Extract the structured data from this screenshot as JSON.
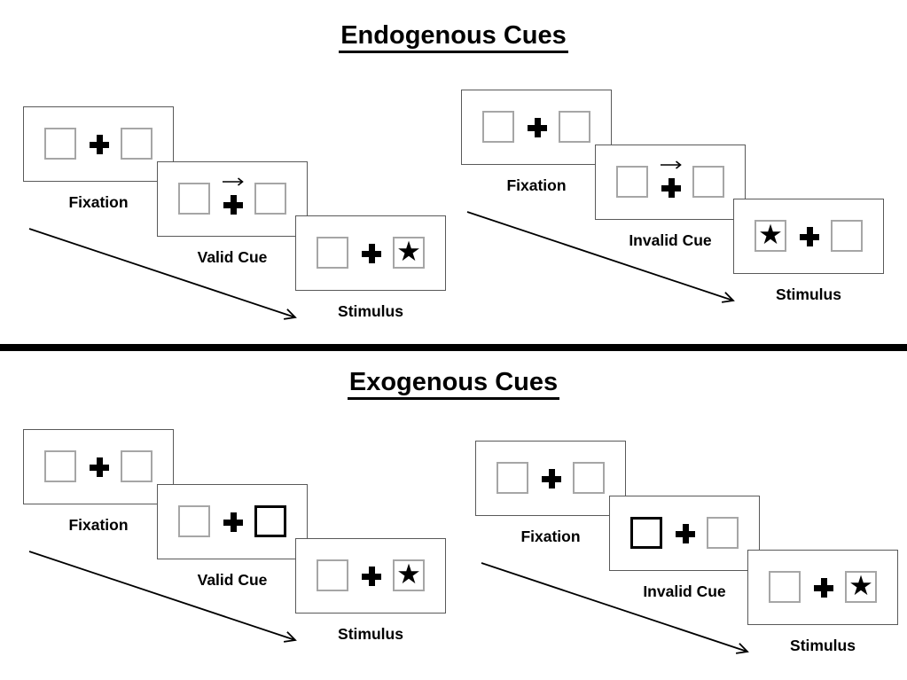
{
  "diagram": "posner-cueing-task",
  "glyphs": {
    "star": "★",
    "fixation_cross": "plus-cross",
    "cue_arrow": "right-arrow"
  },
  "colors": {
    "background": "#ffffff",
    "ink": "#000000",
    "panel_border": "#595959",
    "placeholder_box_border": "#a6a6a6",
    "cued_box_border": "#000000",
    "divider": "#000000"
  },
  "sections": [
    {
      "id": "endogenous",
      "title": "Endogenous Cues",
      "sequences": [
        {
          "id": "endogenous-valid",
          "panels": [
            {
              "label": "Fixation",
              "cue_arrow": false,
              "left_box": {
                "style": "plain",
                "content": "empty"
              },
              "right_box": {
                "style": "plain",
                "content": "empty"
              }
            },
            {
              "label": "Valid Cue",
              "cue_arrow": true,
              "left_box": {
                "style": "plain",
                "content": "empty"
              },
              "right_box": {
                "style": "plain",
                "content": "empty"
              }
            },
            {
              "label": "Stimulus",
              "cue_arrow": false,
              "left_box": {
                "style": "plain",
                "content": "empty"
              },
              "right_box": {
                "style": "plain",
                "content": "star"
              }
            }
          ]
        },
        {
          "id": "endogenous-invalid",
          "panels": [
            {
              "label": "Fixation",
              "cue_arrow": false,
              "left_box": {
                "style": "plain",
                "content": "empty"
              },
              "right_box": {
                "style": "plain",
                "content": "empty"
              }
            },
            {
              "label": "Invalid Cue",
              "cue_arrow": true,
              "left_box": {
                "style": "plain",
                "content": "empty"
              },
              "right_box": {
                "style": "plain",
                "content": "empty"
              }
            },
            {
              "label": "Stimulus",
              "cue_arrow": false,
              "left_box": {
                "style": "plain",
                "content": "star"
              },
              "right_box": {
                "style": "plain",
                "content": "empty"
              }
            }
          ]
        }
      ]
    },
    {
      "id": "exogenous",
      "title": "Exogenous Cues",
      "sequences": [
        {
          "id": "exogenous-valid",
          "panels": [
            {
              "label": "Fixation",
              "cue_arrow": false,
              "left_box": {
                "style": "plain",
                "content": "empty"
              },
              "right_box": {
                "style": "plain",
                "content": "empty"
              }
            },
            {
              "label": "Valid Cue",
              "cue_arrow": false,
              "left_box": {
                "style": "plain",
                "content": "empty"
              },
              "right_box": {
                "style": "bold",
                "content": "empty"
              }
            },
            {
              "label": "Stimulus",
              "cue_arrow": false,
              "left_box": {
                "style": "plain",
                "content": "empty"
              },
              "right_box": {
                "style": "plain",
                "content": "star"
              }
            }
          ]
        },
        {
          "id": "exogenous-invalid",
          "panels": [
            {
              "label": "Fixation",
              "cue_arrow": false,
              "left_box": {
                "style": "plain",
                "content": "empty"
              },
              "right_box": {
                "style": "plain",
                "content": "empty"
              }
            },
            {
              "label": "Invalid Cue",
              "cue_arrow": false,
              "left_box": {
                "style": "bold",
                "content": "empty"
              },
              "right_box": {
                "style": "plain",
                "content": "empty"
              }
            },
            {
              "label": "Stimulus",
              "cue_arrow": false,
              "left_box": {
                "style": "plain",
                "content": "empty"
              },
              "right_box": {
                "style": "plain",
                "content": "star"
              }
            }
          ]
        }
      ]
    }
  ]
}
